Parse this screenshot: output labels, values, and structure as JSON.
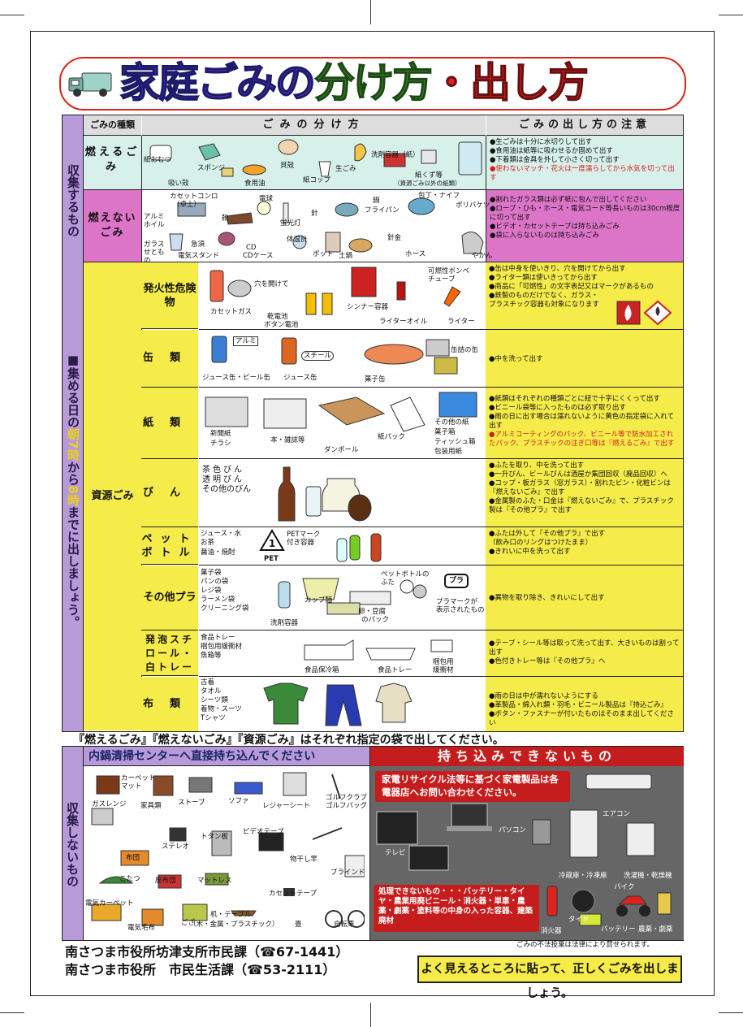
{
  "title": {
    "part1": "家庭ごみの",
    "part2": "分け方",
    "part3": "・出し方"
  },
  "header": {
    "type": "ごみの種類",
    "sort": "ごみの分け方",
    "notes": "ごみの出し方の注意"
  },
  "collected_band": {
    "top": "収集するもの",
    "bottom_lead": "■集める日の",
    "bottom_hl1": "朝7時",
    "bottom_mid": "から",
    "bottom_hl2": "8時",
    "bottom_tail": "までに出しましょう。"
  },
  "burnable": {
    "category": "燃えるごみ",
    "labels": [
      "紙おむつ",
      "スポンジ",
      "貝殻",
      "洗剤容器（紙）",
      "吸い殻",
      "食用油",
      "紙コップ",
      "生ごみ",
      "紙くず等",
      "（資源ごみ以外の紙類）"
    ],
    "notes": [
      "●生ごみは十分に水切りして出す",
      "●食用油は紙等に吸わせるか固めて出す",
      "●下着類は金具を外して小さく切って出す"
    ],
    "notes_red": "●使わないマッチ・花火は一度濡らしてから水気を切って出す"
  },
  "nonburnable": {
    "category": "燃えないごみ",
    "labels": [
      "カセットコンロ",
      "（卓上）",
      "アルミホイル",
      "靴",
      "電球",
      "針",
      "蛍光灯",
      "鍋",
      "フライパン",
      "包丁・ナイフ",
      "ポリバケツ",
      "ガラスせともの",
      "急須",
      "電気スタンド",
      "CD",
      "CDケース",
      "体温計",
      "ポット",
      "土鍋",
      "針金",
      "ホース",
      "やかん"
    ],
    "notes": [
      "●割れたガラス類は必ず紙に包んで出してください",
      "●ロープ・ひも・ホース・電気コード等長いものは30cm程度に切って出す",
      "●ビデオ・カセットテープは持ち込みごみ",
      "●袋に入らないものは持ち込みごみ"
    ]
  },
  "resource": {
    "band": "資源ごみ",
    "rows": [
      {
        "category": "発火性危険物",
        "labels": [
          "カセットガス",
          "穴を開けて",
          "乾電池",
          "ボタン電池",
          "シンナー容器",
          "ライターオイル",
          "可燃性ボンベ",
          "チューブ",
          "ライター"
        ],
        "notes": [
          "●缶は中身を使いきり、穴を開けてから出す",
          "●ライター類は使いきってから出す",
          "●商品に「可燃性」の文字表記又はマークがあるもの",
          "●鉄製のものだけでなく、ガラス・",
          "プラスチック容器も対象になります"
        ]
      },
      {
        "category": "缶類",
        "labels": [
          "ジュース缶・ビール缶",
          "ジュース缶",
          "菓子缶",
          "缶詰の缶",
          "アルミ",
          "スチール"
        ],
        "notes": [
          "●中を洗って出す"
        ]
      },
      {
        "category": "紙類",
        "labels": [
          "新聞紙",
          "チラシ",
          "本・雑誌等",
          "ダンボール",
          "紙パック",
          "その他の紙",
          "菓子箱",
          "ティッシュ箱",
          "包装用紙"
        ],
        "notes": [
          "●紙類はそれぞれの種類ごとに紐で十字にくくって出す",
          "●ビニール袋等に入ったものは必ず取り出す",
          "●雨の日に出す場合は濡れないように黄色の指定袋に入れて出す"
        ],
        "notes_red": "●アルミコーティングのパック、ビニール等で防水加工されたパック、プラスチックの注ぎ口等は『燃えるごみ』で出す"
      },
      {
        "category": "びん類",
        "labels": [
          "茶色びん",
          "透明びん",
          "その他のびん"
        ],
        "notes": [
          "●ふたを取り、中を洗って出す",
          "●一升びん、ビールびんは酒屋か集団回収（廃品回収）へ",
          "●コップ・板ガラス（窓ガラス）・割れたビン・化粧ビンは『燃えないごみ』で出す",
          "●金属製のふた・口金は『燃えないごみ』で、プラスチック製は『その他プラ』で出す"
        ]
      },
      {
        "category": "ペットボトル",
        "labels": [
          "ジュース・水",
          "お茶",
          "醤油・焼酎",
          "PETマーク",
          "付き容器",
          "PET"
        ],
        "notes": [
          "●ふたは外して『その他プラ』で出す",
          "（飲み口のリングはつけたまま）",
          "●きれいに中を洗って出す"
        ]
      },
      {
        "category": "その他プラ",
        "labels": [
          "菓子袋",
          "パンの袋",
          "レジ袋",
          "ラーメン袋",
          "クリーニング袋",
          "洗剤容器",
          "カップ麺",
          "ペットボトルのふた",
          "卵・豆腐",
          "のパック",
          "プラマークが",
          "表示されたもの",
          "プラ"
        ],
        "notes": [
          "●異物を取り除き、きれいにして出す"
        ]
      },
      {
        "category": "発泡スチロール・白トレー",
        "labels": [
          "食品トレー",
          "梱包用緩衝材",
          "魚箱等",
          "食品保冷箱",
          "食品トレー",
          "梱包用",
          "緩衝材"
        ],
        "notes": [
          "●テープ・シール等は取って洗って出す、大きいものは割って出す",
          "●色付きトレー等は『その他プラ』へ"
        ]
      },
      {
        "category": "布類",
        "labels": [
          "古着",
          "タオル",
          "シーツ類",
          "着物・スーツ",
          "Tシャツ"
        ],
        "notes": [
          "●雨の日は中が濡れないようにする",
          "●革製品・綿入れ類・羽毛・ビニール製品は『持込ごみ』",
          "●ボタン・ファスナーが付いたものはそのまま出してください"
        ]
      }
    ]
  },
  "bag_note": "『燃えるごみ』『燃えないごみ』『資源ごみ』はそれぞれ指定の袋で出してください。",
  "not_collected_band": "収集しないもの",
  "direct": {
    "header": "内鍋清掃センターへ直接持ち込んでください",
    "items": [
      "カーペット",
      "マット",
      "ガスレンジ",
      "家具類",
      "ストーブ",
      "ソファ",
      "レジャーシート",
      "ゴルフクラブ",
      "ゴルフバッグ",
      "トタン板",
      "ステレオ",
      "ビデオテープ",
      "布団",
      "物干し竿",
      "こたつ",
      "座布団",
      "マットレス",
      "ブラインド",
      "カセットテープ",
      "電気カーペット",
      "電気毛布",
      "ござ",
      "机・テーブル",
      "（木・金属・プラスチック）",
      "畳",
      "自転車"
    ]
  },
  "cannot": {
    "header": "持ち込みできないもの",
    "notice": "家電リサイクル法等に基づく家電製品は各電器店へお問い合わせください。",
    "items": [
      "エアコン",
      "パソコン",
      "テレビ",
      "冷蔵庫・冷凍庫",
      "洗濯機・乾燥機"
    ],
    "process_box": "処理できないもの・・・バッテリー・タイヤ・農業用廃ビニール・消火器・単車・農薬・劇薬・塗料等の中身の入った容器、建築廃材",
    "items2": [
      "バイク",
      "タイヤ",
      "消火器",
      "バッテリー",
      "農薬・劇薬"
    ]
  },
  "illegal": "ごみの不法投棄は法律により罰せられます。",
  "contacts": [
    "南さつま市役所坊津支所市民課（☎67-1441）",
    "南さつま市役所　市民生活課（☎53-2111）"
  ],
  "slogan": "よく見えるところに貼って、正しくごみを出しましょう。",
  "colors": {
    "burnable": "#d8f0ea",
    "nonburnable": "#dc74c8",
    "resource": "#f5ec4a",
    "band": "#b79ad8",
    "red": "#c51d1d"
  }
}
